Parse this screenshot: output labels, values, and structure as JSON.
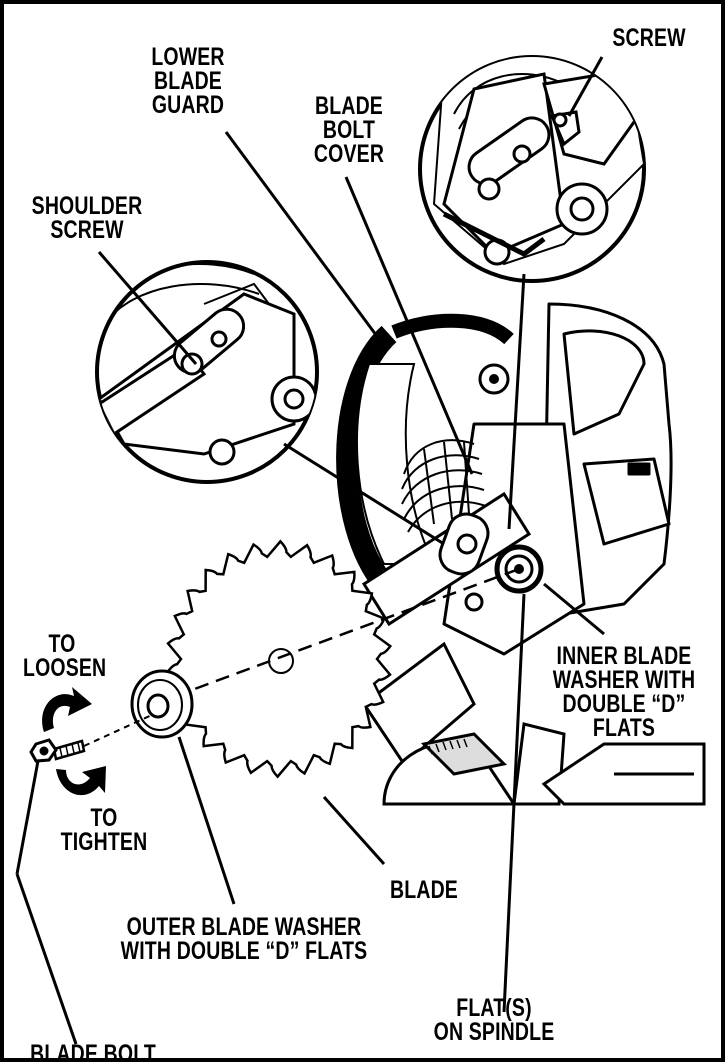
{
  "labels": {
    "lower_blade_guard": [
      "LOWER",
      "BLADE",
      "GUARD"
    ],
    "screw": [
      "SCREW"
    ],
    "blade_bolt_cover": [
      "BLADE",
      "BOLT",
      "COVER"
    ],
    "shoulder_screw": [
      "SHOULDER",
      "SCREW"
    ],
    "to_loosen": [
      "TO",
      "LOOSEN"
    ],
    "to_tighten": [
      "TO",
      "TIGHTEN"
    ],
    "inner_blade_washer": [
      "INNER BLADE",
      "WASHER WITH",
      "DOUBLE “D”",
      "FLATS"
    ],
    "blade": [
      "BLADE"
    ],
    "outer_blade_washer": [
      "OUTER BLADE WASHER",
      "WITH DOUBLE “D” FLATS"
    ],
    "flats_on_spindle": [
      "FLAT(S)",
      "ON SPINDLE"
    ],
    "blade_bolt": [
      "BLADE BOLT"
    ]
  },
  "colors": {
    "ink": "#000000",
    "paper": "#ffffff",
    "gray": "#cccccc"
  },
  "icons": [
    "rotate-loosen-arrow-icon",
    "rotate-tighten-arrow-icon"
  ]
}
